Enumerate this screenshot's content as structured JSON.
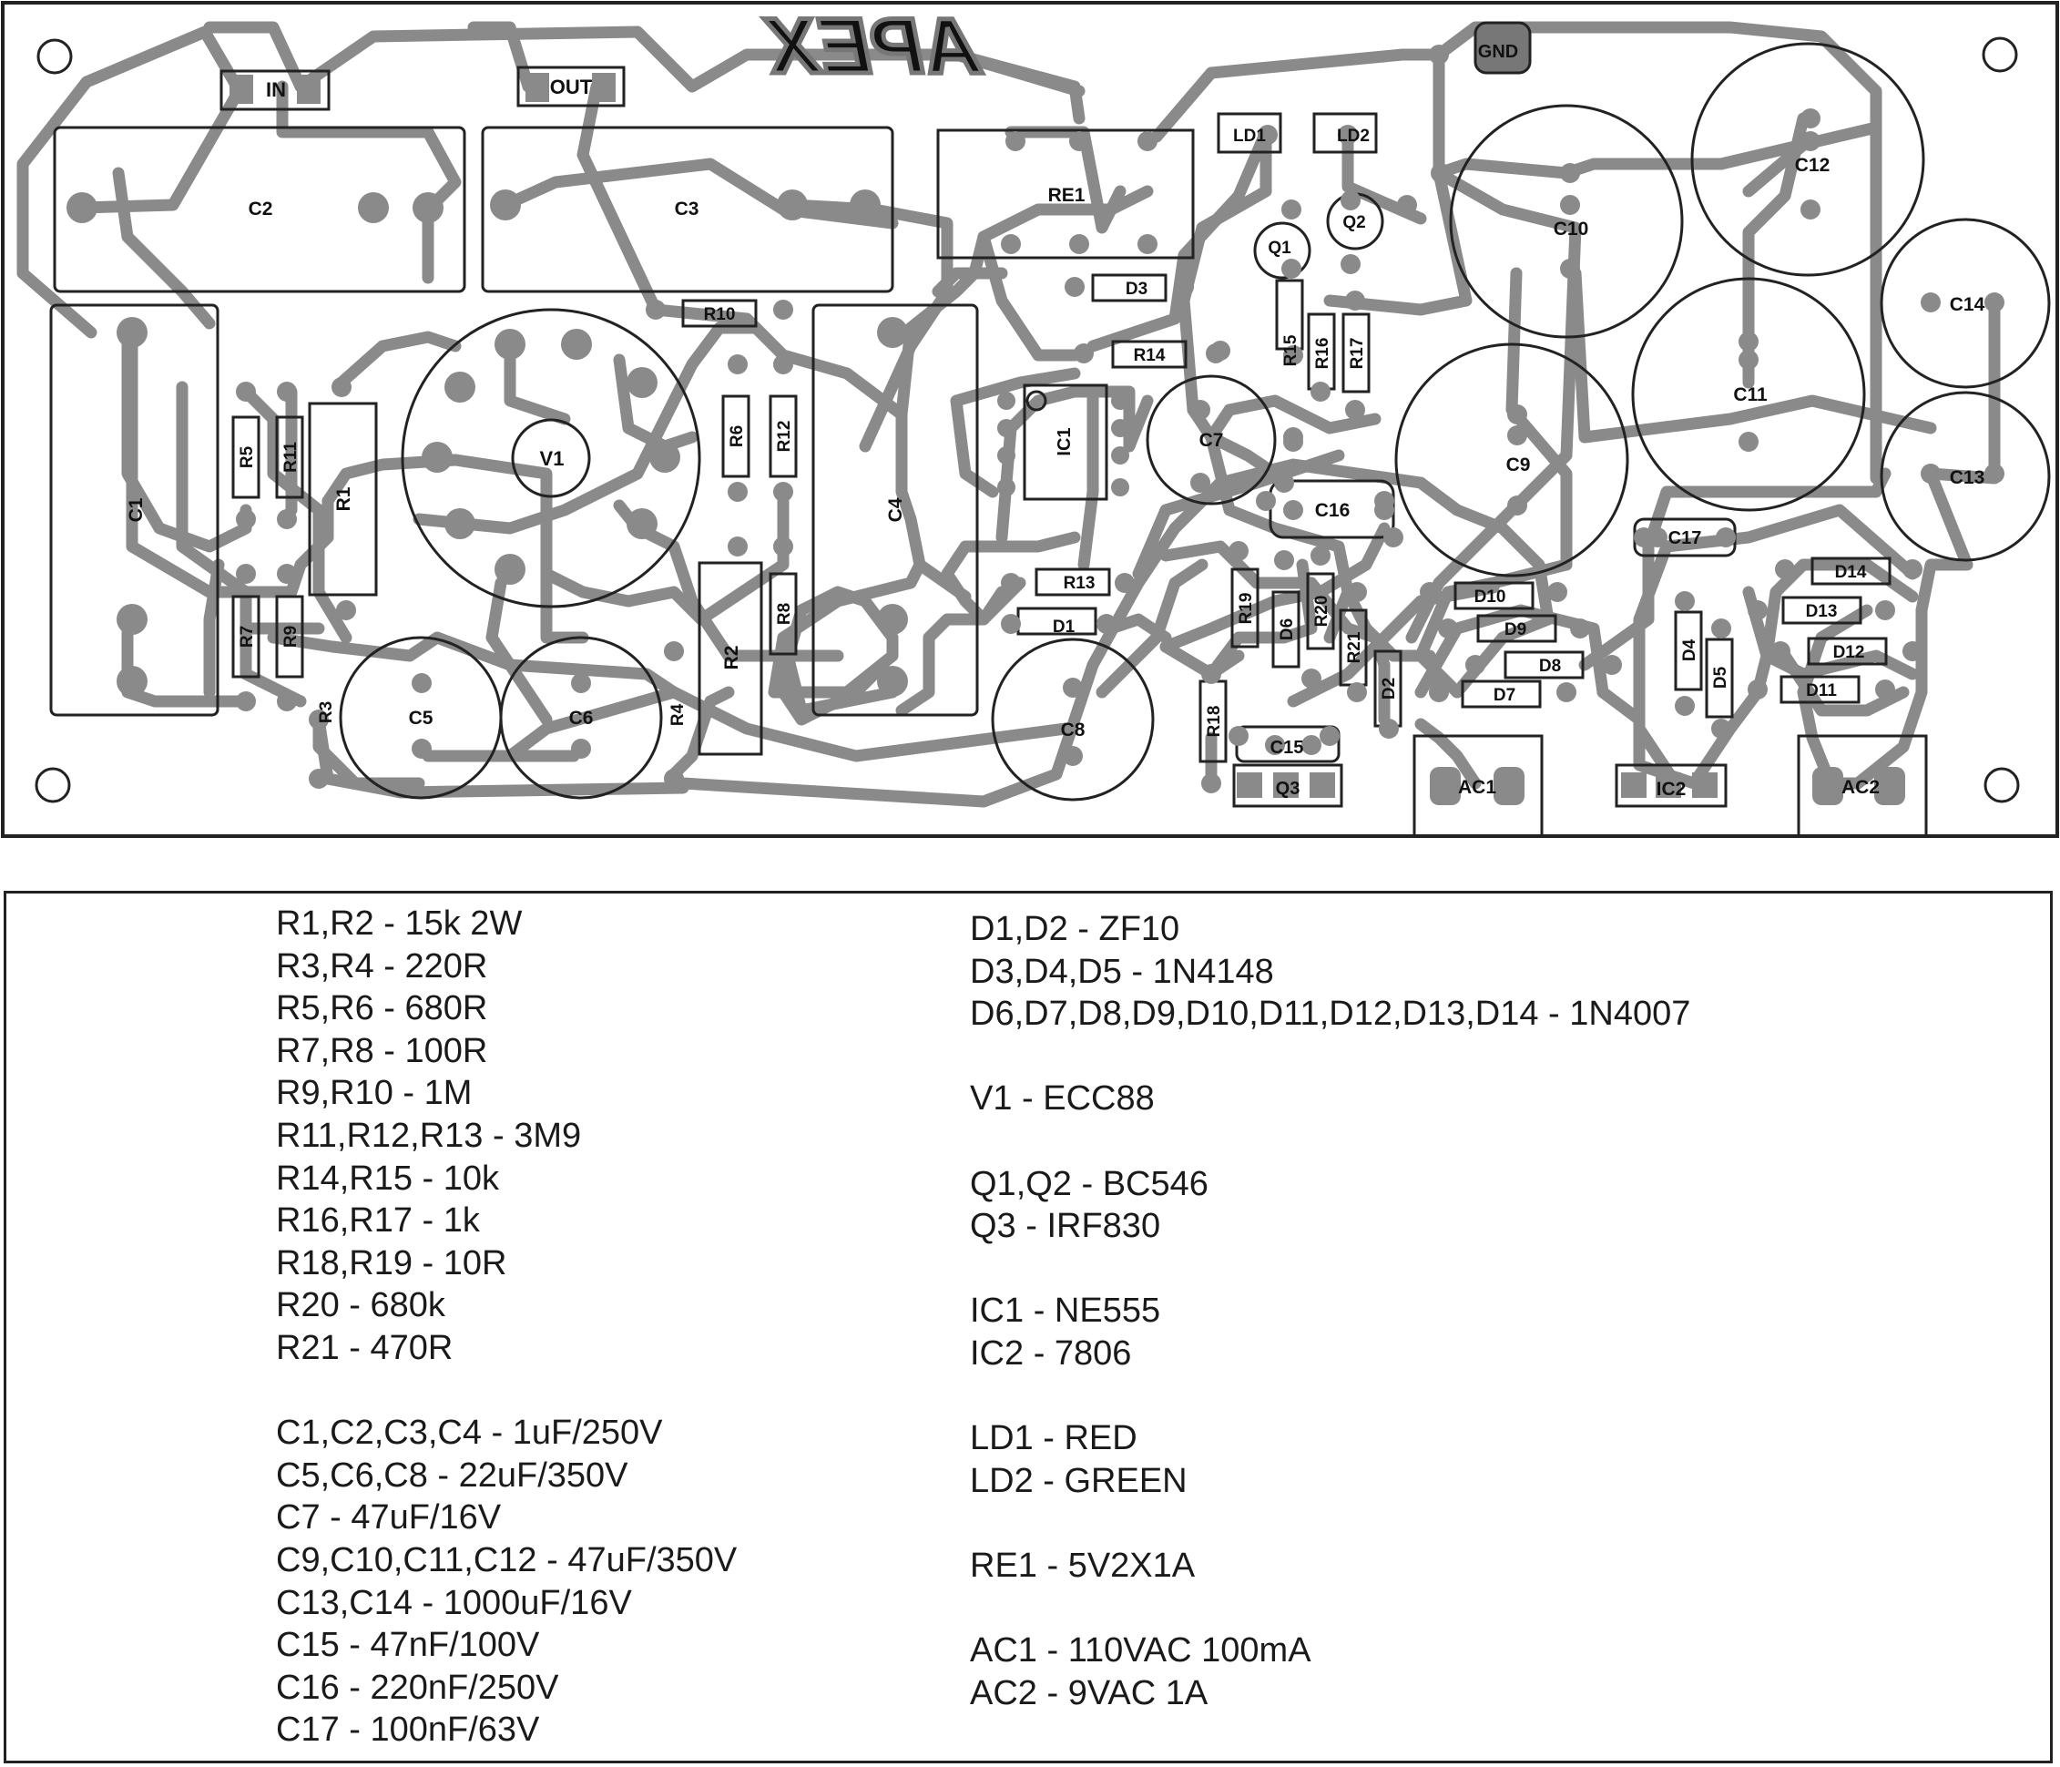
{
  "board": {
    "logo": "APEX",
    "labels": {
      "in": "IN",
      "out": "OUT",
      "gnd": "GND",
      "c1": "C1",
      "c2": "C2",
      "c3": "C3",
      "c4": "C4",
      "c5": "C5",
      "c6": "C6",
      "c7": "C7",
      "c8": "C8",
      "c9": "C9",
      "c10": "C10",
      "c11": "C11",
      "c12": "C12",
      "c13": "C13",
      "c14": "C14",
      "c15": "C15",
      "c16": "C16",
      "c17": "C17",
      "r1": "R1",
      "r2": "R2",
      "r3": "R3",
      "r4": "R4",
      "r5": "R5",
      "r6": "R6",
      "r7": "R7",
      "r8": "R8",
      "r9": "R9",
      "r10": "R10",
      "r11": "R11",
      "r12": "R12",
      "r13": "R13",
      "r14": "R14",
      "r15": "R15",
      "r16": "R16",
      "r17": "R17",
      "r18": "R18",
      "r19": "R19",
      "r20": "R20",
      "r21": "R21",
      "d1": "D1",
      "d2": "D2",
      "d3": "D3",
      "d4": "D4",
      "d5": "D5",
      "d6": "D6",
      "d7": "D7",
      "d8": "D8",
      "d9": "D9",
      "d10": "D10",
      "d11": "D11",
      "d12": "D12",
      "d13": "D13",
      "d14": "D14",
      "v1": "V1",
      "re1": "RE1",
      "ic1": "IC1",
      "ic2": "IC2",
      "ld1": "LD1",
      "ld2": "LD2",
      "q1": "Q1",
      "q2": "Q2",
      "q3": "Q3",
      "ac1": "AC1",
      "ac2": "AC2"
    }
  },
  "bom": {
    "left": [
      "R1,R2 - 15k 2W",
      "R3,R4 - 220R",
      "R5,R6 - 680R",
      "R7,R8 - 100R",
      "R9,R10 - 1M",
      "R11,R12,R13 - 3M9",
      "R14,R15 - 10k",
      "R16,R17 - 1k",
      "R18,R19 - 10R",
      "R20 - 680k",
      "R21 - 470R",
      "",
      "C1,C2,C3,C4 - 1uF/250V",
      "C5,C6,C8 - 22uF/350V",
      "C7 - 47uF/16V",
      "C9,C10,C11,C12 - 47uF/350V",
      "C13,C14 - 1000uF/16V",
      "C15 - 47nF/100V",
      "C16 - 220nF/250V",
      "C17 - 100nF/63V"
    ],
    "right": [
      "D1,D2 - ZF10",
      "D3,D4,D5 - 1N4148",
      "D6,D7,D8,D9,D10,D11,D12,D13,D14 - 1N4007",
      "",
      "V1 - ECC88",
      "",
      "Q1,Q2 - BC546",
      "Q3 - IRF830",
      "",
      "IC1 - NE555",
      "IC2 - 7806",
      "",
      "LD1 - RED",
      "LD2 - GREEN",
      "",
      "RE1 - 5V2X1A",
      "",
      "AC1 - 110VAC 100mA",
      "AC2 - 9VAC 1A"
    ]
  }
}
